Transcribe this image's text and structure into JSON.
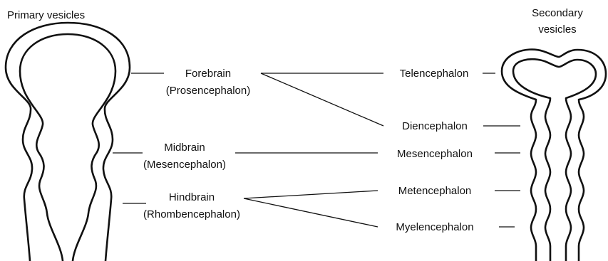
{
  "headings": {
    "primary": "Primary vesicles",
    "secondary_line1": "Secondary",
    "secondary_line2": "vesicles"
  },
  "primary_vesicles": [
    {
      "name": "Forebrain",
      "alt": "(Prosencephalon)"
    },
    {
      "name": "Midbrain",
      "alt": "(Mesencephalon)"
    },
    {
      "name": "Hindbrain",
      "alt": "(Rhombencephalon)"
    }
  ],
  "secondary_vesicles": [
    "Telencephalon",
    "Diencephalon",
    "Mesencephalon",
    "Metencephalon",
    "Myelencephalon"
  ],
  "links": [
    {
      "from": "Forebrain",
      "to": [
        "Telencephalon",
        "Diencephalon"
      ]
    },
    {
      "from": "Midbrain",
      "to": [
        "Mesencephalon"
      ]
    },
    {
      "from": "Hindbrain",
      "to": [
        "Metencephalon",
        "Myelencephalon"
      ]
    }
  ]
}
